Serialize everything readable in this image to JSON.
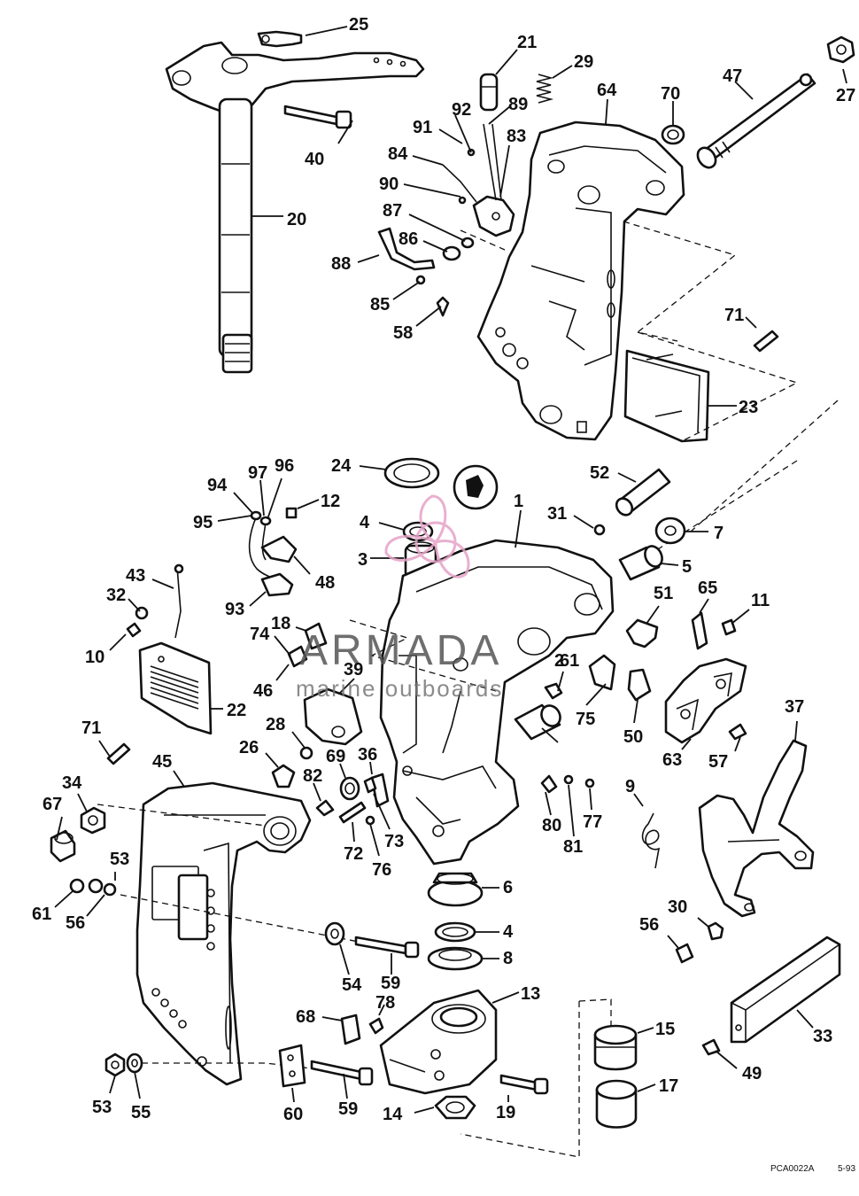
{
  "watermark": {
    "brand": "ARMADA",
    "tagline": "marine outboards",
    "logo_color": "#e6a3c8"
  },
  "footer": {
    "code": "PCA0022A",
    "date": "5-93"
  },
  "labels": [
    "25",
    "21",
    "29",
    "64",
    "70",
    "47",
    "27",
    "92",
    "89",
    "91",
    "83",
    "84",
    "90",
    "87",
    "86",
    "88",
    "85",
    "58",
    "40",
    "20",
    "71",
    "23",
    "24",
    "52",
    "1",
    "31",
    "7",
    "94",
    "97",
    "96",
    "12",
    "95",
    "4",
    "3",
    "5",
    "48",
    "93",
    "43",
    "32",
    "10",
    "22",
    "74",
    "18",
    "46",
    "39",
    "2",
    "61",
    "65",
    "11",
    "51",
    "75",
    "50",
    "63",
    "57",
    "37",
    "71",
    "34",
    "67",
    "26",
    "28",
    "69",
    "36",
    "82",
    "72",
    "73",
    "76",
    "45",
    "80",
    "81",
    "77",
    "9",
    "6",
    "4",
    "8",
    "53",
    "61",
    "56",
    "54",
    "59",
    "30",
    "56",
    "13",
    "78",
    "68",
    "15",
    "33",
    "49",
    "17",
    "14",
    "19",
    "53",
    "55",
    "60",
    "59"
  ]
}
